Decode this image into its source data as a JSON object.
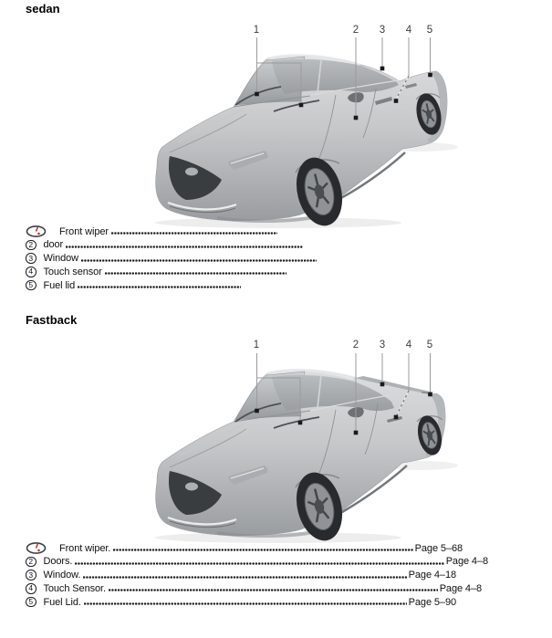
{
  "page": {
    "background": "#ffffff"
  },
  "colors": {
    "clock_icon_hand": "#b23a3a",
    "callout_line": "#9a9a9a",
    "callout_dot": "#19191c",
    "car_body": "#c4c6c8",
    "car_glass": "#a8abae"
  },
  "sections": [
    {
      "heading": "sedan",
      "callouts": [
        "1",
        "2",
        "3",
        "4",
        "5"
      ],
      "legend": [
        {
          "icon": "clock-icon",
          "label": "Front wiper",
          "page": ""
        },
        {
          "marker": "2",
          "label": "door",
          "page": ""
        },
        {
          "marker": "3",
          "label": "Window",
          "page": ""
        },
        {
          "marker": "4",
          "label": "Touch sensor",
          "page": ""
        },
        {
          "marker": "5",
          "label": "Fuel lid",
          "page": ""
        }
      ]
    },
    {
      "heading": "Fastback",
      "callouts": [
        "1",
        "2",
        "3",
        "4",
        "5"
      ],
      "legend": [
        {
          "icon": "clock-icon",
          "label": "Front wiper.",
          "page": "Page 5–68"
        },
        {
          "marker": "2",
          "label": "Doors.",
          "page": "Page 4–8"
        },
        {
          "marker": "3",
          "label": "Window.",
          "page": "Page 4–18"
        },
        {
          "marker": "4",
          "label": "Touch Sensor.",
          "page": "Page 4–8"
        },
        {
          "marker": "5",
          "label": "Fuel Lid.",
          "page": "Page 5–90"
        }
      ]
    }
  ]
}
